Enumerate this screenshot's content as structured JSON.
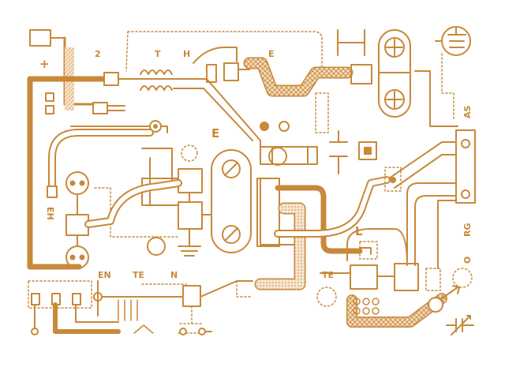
{
  "colors": {
    "line": "#c8893a",
    "fill": "#d0914a",
    "light": "#f0d4b0",
    "background": "#ffffff"
  },
  "labels": {
    "plus": "+",
    "two": "2",
    "t": "T",
    "h": "H",
    "e_top": "E",
    "e_mid": "E",
    "as": "AS",
    "eh": "EH",
    "l": "L",
    "rg": "RG",
    "o": "O",
    "en": "EN",
    "te_bottom": "TE",
    "n": "N",
    "te_right": "TE"
  },
  "icons": [
    "terminal-block-icon",
    "inductor-coil-icon",
    "capacitor-icon",
    "ground-icon",
    "vacuum-tube-icon",
    "variable-capacitor-icon",
    "screw-icon",
    "switch-icon"
  ]
}
